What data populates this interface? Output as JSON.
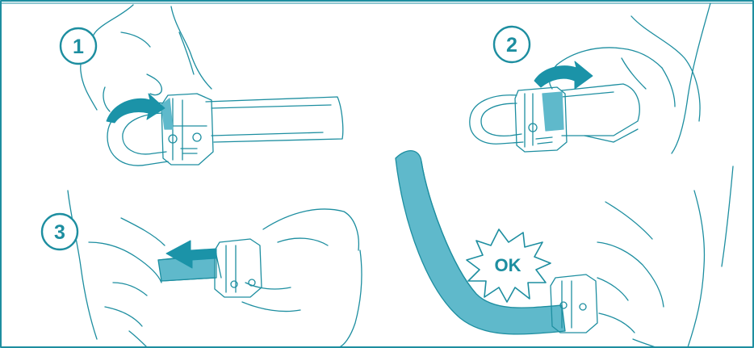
{
  "steps": [
    {
      "number": "1"
    },
    {
      "number": "2"
    },
    {
      "number": "3"
    }
  ],
  "result": {
    "label": "OK"
  },
  "colors": {
    "line": "#1d8ea0",
    "accent": "#5fb9cb",
    "arrow": "#1b93a8",
    "background": "#ffffff"
  }
}
